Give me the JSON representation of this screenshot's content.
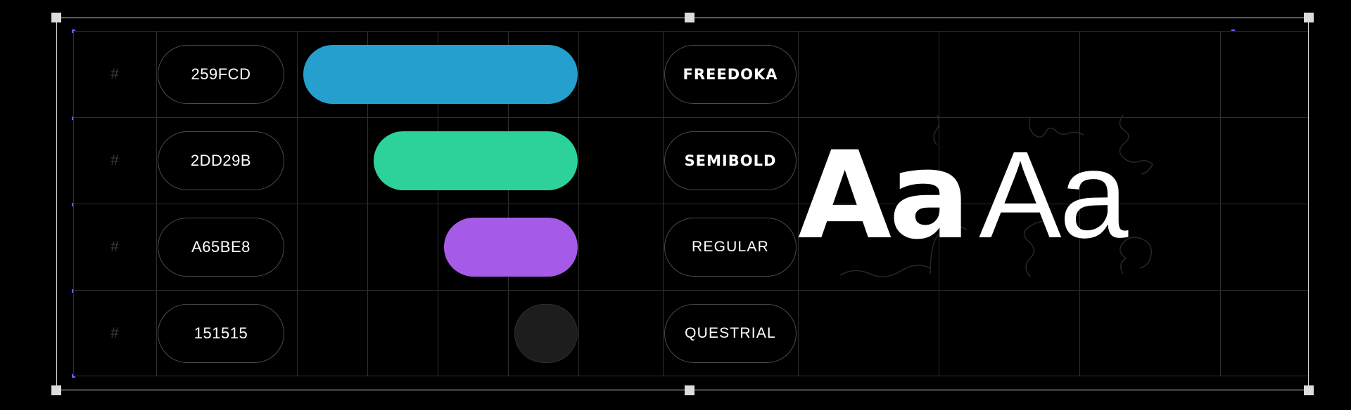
{
  "canvas": {
    "background": "#000000",
    "selection": {
      "handle_color": "#dcdcdc",
      "outline_color": "#d8d8d8",
      "guide_color": "#7b5cff"
    }
  },
  "frame": {
    "grid_color": "#2e2e2e",
    "rows": [
      {
        "hash": "#",
        "hex": "259FCD",
        "swatch_color": "#259FCD",
        "bar_width_step": 1,
        "font_label": "FREEDOKA",
        "font_style": "heavy"
      },
      {
        "hash": "#",
        "hex": "2DD29B",
        "swatch_color": "#2DD29B",
        "bar_width_step": 2,
        "font_label": "SEMIBOLD",
        "font_style": "heavy"
      },
      {
        "hash": "#",
        "hex": "A65BE8",
        "swatch_color": "#A65BE8",
        "bar_width_step": 3,
        "font_label": "REGULAR",
        "font_style": "light"
      },
      {
        "hash": "#",
        "hex": "151515",
        "swatch_color": "#1d1d1d",
        "bar_width_step": 4,
        "font_label": "QUESTRIAL",
        "font_style": "light"
      }
    ],
    "specimens": [
      {
        "text": "Aa",
        "style": "bold"
      },
      {
        "text": "Aa",
        "style": "regular"
      }
    ]
  }
}
